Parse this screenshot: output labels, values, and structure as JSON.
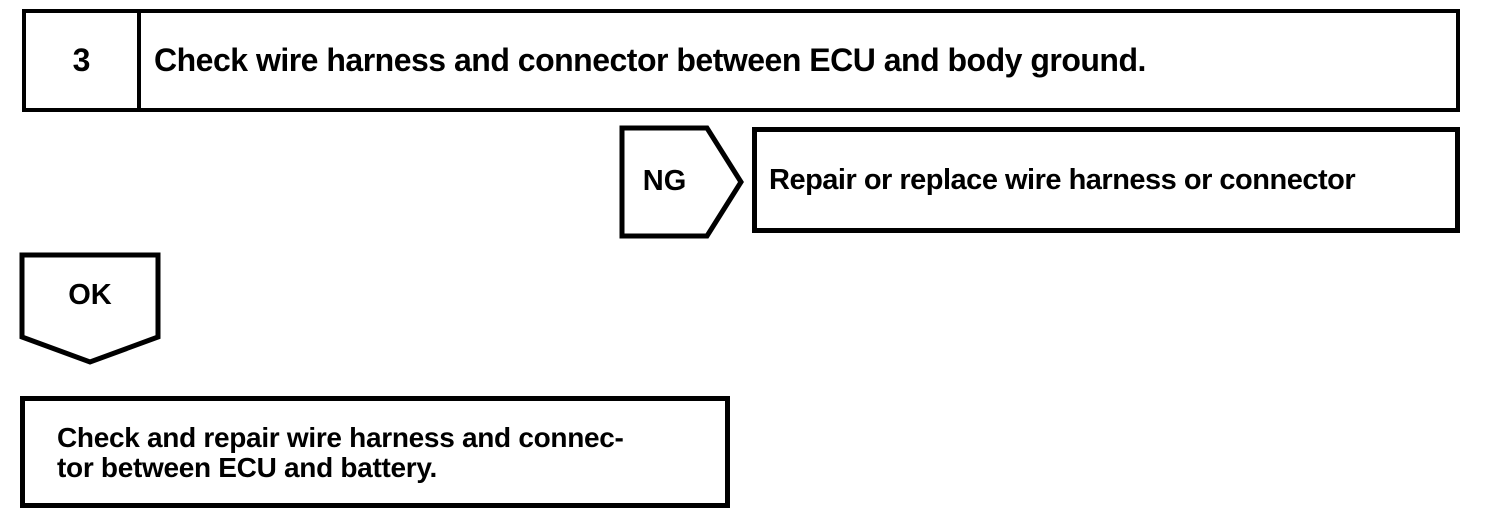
{
  "step_box": {
    "number": "3",
    "title": "Check wire harness and connector between ECU and body ground."
  },
  "ng_branch": {
    "connector_label": "NG",
    "result": "Repair or replace wire harness or connector"
  },
  "ok_branch": {
    "connector_label": "OK",
    "result_lines": [
      "Check and repair wire harness and connec-",
      "tor between ECU and battery."
    ]
  },
  "colors": {
    "line": "#000000",
    "background": "#ffffff"
  }
}
